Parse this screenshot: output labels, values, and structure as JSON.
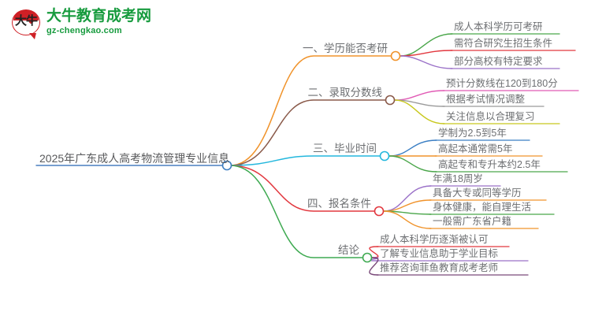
{
  "header": {
    "logo_icon": "daniu-bubble-logo",
    "logo_cn": "大牛",
    "site_name": "大牛教育成考网",
    "site_domain": "gz-chengkao.com",
    "brand_color": "#179b3e",
    "logo_accent": "#cf2026"
  },
  "mindmap": {
    "root": {
      "label": "2025年广东成人高考物流管理专业信息",
      "color": "#4a7fbf",
      "node_color": "#3d7fc1"
    },
    "branches": [
      {
        "label": "一、学历能否考研",
        "color": "#f0932b",
        "node_color": "#f0932b",
        "children": [
          {
            "label": "成人本科学历可考研",
            "color": "#4aa64a"
          },
          {
            "label": "需符合研究生招生条件",
            "color": "#e2383f"
          },
          {
            "label": "部分高校有特定要求",
            "color": "#9b72c8"
          }
        ]
      },
      {
        "label": "二、录取分数线",
        "color": "#8a5a4a",
        "node_color": "#8a5a4a",
        "children": [
          {
            "label": "预计分数线在120到180分",
            "color": "#e15bb5"
          },
          {
            "label": "根据考试情况调整",
            "color": "#9a9a9a"
          },
          {
            "label": "关注信息以合理复习",
            "color": "#c8c81e"
          }
        ]
      },
      {
        "label": "三、毕业时间",
        "color": "#23b7dd",
        "node_color": "#23b7dd",
        "children": [
          {
            "label": "学制为2.5到5年",
            "color": "#3b7fc4"
          },
          {
            "label": "高起本通常需5年",
            "color": "#f0932b"
          },
          {
            "label": "高起专和专升本约2.5年",
            "color": "#4aa64a"
          }
        ]
      },
      {
        "label": "四、报名条件",
        "color": "#e2383f",
        "node_color": "#e2383f",
        "children": [
          {
            "label": "年满18周岁",
            "color": "#9b72c8"
          },
          {
            "label": "具备大专或同等学历",
            "color": "#f0932b"
          },
          {
            "label": "身体健康，能自理生活",
            "color": "#4aa64a"
          },
          {
            "label": "一般需广东省户籍",
            "color": "#f0932b"
          }
        ]
      },
      {
        "label": "结论",
        "color": "#3faa52",
        "node_color": "#3faa52",
        "children": [
          {
            "label": "成人本科学历逐渐被认可",
            "color": "#e2383f"
          },
          {
            "label": "了解专业信息助于学业目标",
            "color": "#9b72c8"
          },
          {
            "label": "推荐咨询菲鱼教育成考老师",
            "color": "#7a4a7a"
          }
        ]
      }
    ]
  }
}
